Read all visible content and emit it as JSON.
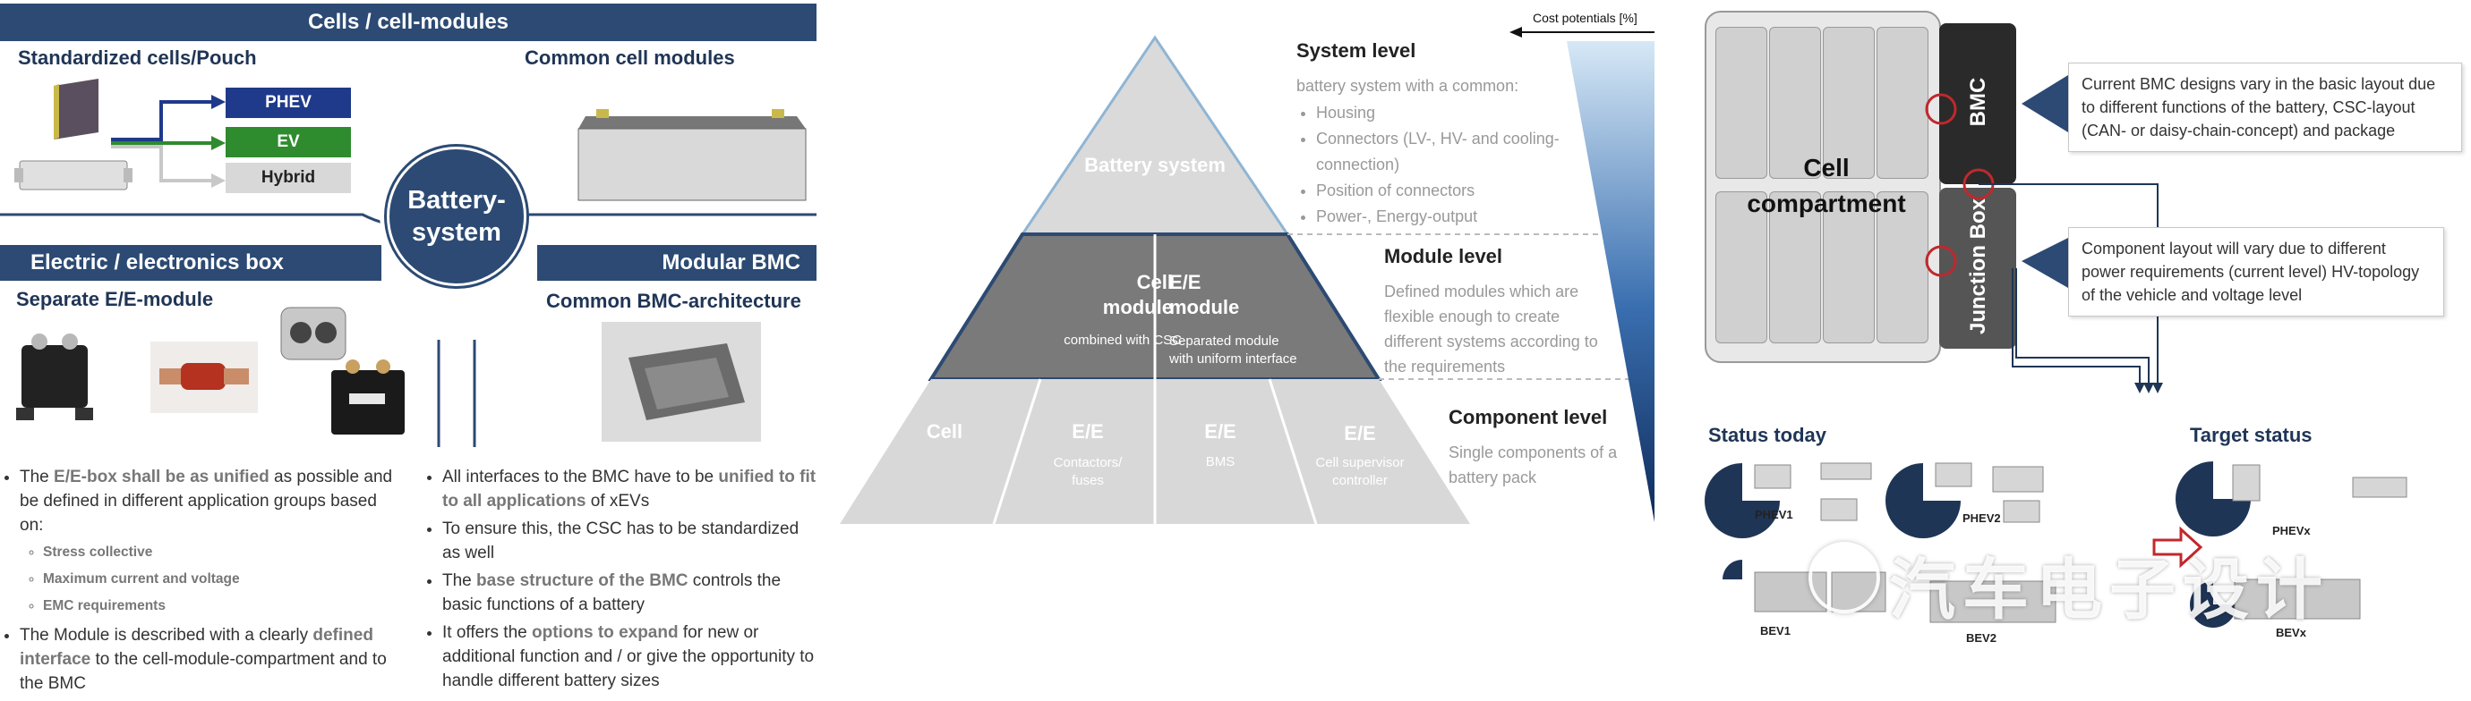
{
  "left": {
    "cells_band": "Cells / cell-modules",
    "standardized_cells": "Standardized cells/Pouch",
    "common_cell_modules": "Common cell modules",
    "apps": [
      "PHEV",
      "EV",
      "Hybrid"
    ],
    "center_label": "Battery-\nsystem",
    "ee_band": "Electric / electronics box",
    "bmc_band": "Modular BMC",
    "separate_ee": "Separate E/E-module",
    "common_bmc": "Common BMC-architecture",
    "ee_bullets": {
      "b1_pre": "The ",
      "b1_hl": "E/E-box shall be as unified",
      "b1_post": " as possible and be defined in different application groups based on:",
      "sub": [
        "Stress collective",
        "Maximum current and voltage",
        "EMC requirements"
      ],
      "b2_pre": "The Module is described with a clearly ",
      "b2_hl": "defined interface",
      "b2_post": " to the cell-module-compartment and to the BMC"
    },
    "bmc_bullets": {
      "b1_pre": "All interfaces to the BMC have to be ",
      "b1_hl": "unified to fit to all applications",
      "b1_post": " of xEVs",
      "b2": "To ensure this, the CSC has to be standardized as well",
      "b3_pre": "The ",
      "b3_hl": "base structure of the BMC",
      "b3_post": " controls the basic functions of a battery",
      "b4_pre": "It offers the ",
      "b4_hl": "options to expand",
      "b4_post": " for new or additional function and / or give the opportunity to handle different battery sizes"
    }
  },
  "middle": {
    "cost_label": "Cost potentials [%]",
    "top": "Battery system",
    "cell_module": "Cell\nmodule",
    "cell_module_sub": "combined with CSC",
    "ee_module": "E/E\nmodule",
    "ee_module_sub": "Separated module\nwith uniform interface",
    "bottom": [
      {
        "title": "Cell",
        "sub": ""
      },
      {
        "title": "E/E",
        "sub": "Contactors/\nfuses"
      },
      {
        "title": "E/E",
        "sub": "BMS"
      },
      {
        "title": "E/E",
        "sub": "Cell supervisor\ncontroller"
      }
    ],
    "system_level": {
      "title": "System level",
      "intro": "battery system with a common:",
      "items": [
        "Housing",
        "Connectors (LV-, HV- and cooling-connection)",
        "Position of connectors",
        "Power-, Energy-output"
      ]
    },
    "module_level": {
      "title": "Module level",
      "text": "Defined modules which are flexible enough to create different systems according to the requirements"
    },
    "component_level": {
      "title": "Component level",
      "text": "Single components of a battery pack"
    }
  },
  "right": {
    "cell_compartment": "Cell\ncompartment",
    "bmc": "BMC",
    "junction_box": "Junction Box",
    "callout1": "Current BMC designs vary in the basic layout due to different functions of the battery, CSC-layout (CAN- or daisy-chain-concept) and package",
    "callout2": "Component layout will vary due to different power requirements (current level) HV-topology of the vehicle and voltage level",
    "status_today": "Status today",
    "target_status": "Target status",
    "today_labels": [
      "PHEV1",
      "PHEV2",
      "BEV1",
      "BEV2"
    ],
    "target_labels": [
      "PHEVx",
      "BEVx"
    ],
    "watermark": "汽车电子设计"
  },
  "colors": {
    "navy": "#2c4a73",
    "dark_navy": "#1f3556",
    "green": "#2e8b2e",
    "red": "#c0282d"
  }
}
